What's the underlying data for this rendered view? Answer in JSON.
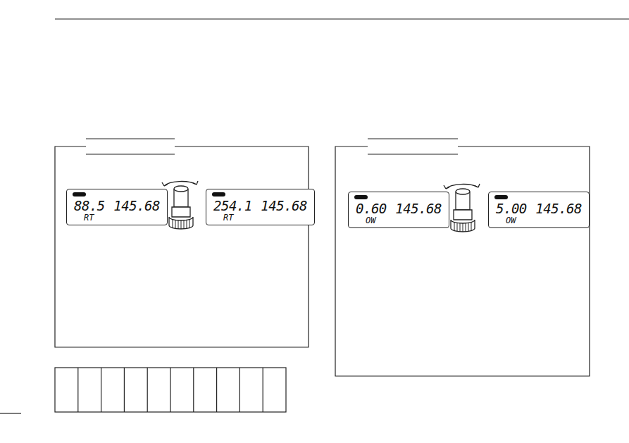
{
  "diagram": {
    "nodes": [
      {
        "text": [
          "88.5",
          "145.68",
          "RT"
        ]
      },
      {
        "text": [
          "254.1",
          "145.68",
          "RT"
        ]
      },
      {
        "text": [
          "0.60",
          "145.68",
          "OW"
        ]
      },
      {
        "text": [
          "5.00",
          "145.68",
          "OW"
        ]
      }
    ]
  }
}
